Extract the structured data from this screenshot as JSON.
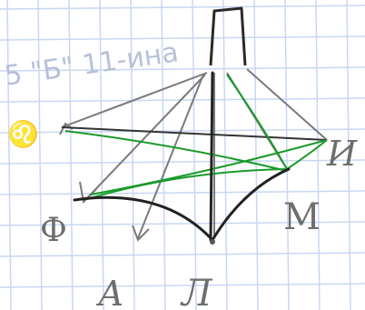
{
  "header_text": "5 \"Б\" 11-ина",
  "labels": {
    "emblem": "♌",
    "f": "Ф",
    "a": "А",
    "l": "Л",
    "m": "М",
    "i": "И"
  },
  "colors": {
    "paper": "#ffffff",
    "grid": "#c9d7f2",
    "ink": "#222222",
    "pencil": "#7a7a7a",
    "green": "#1a9a2a"
  }
}
